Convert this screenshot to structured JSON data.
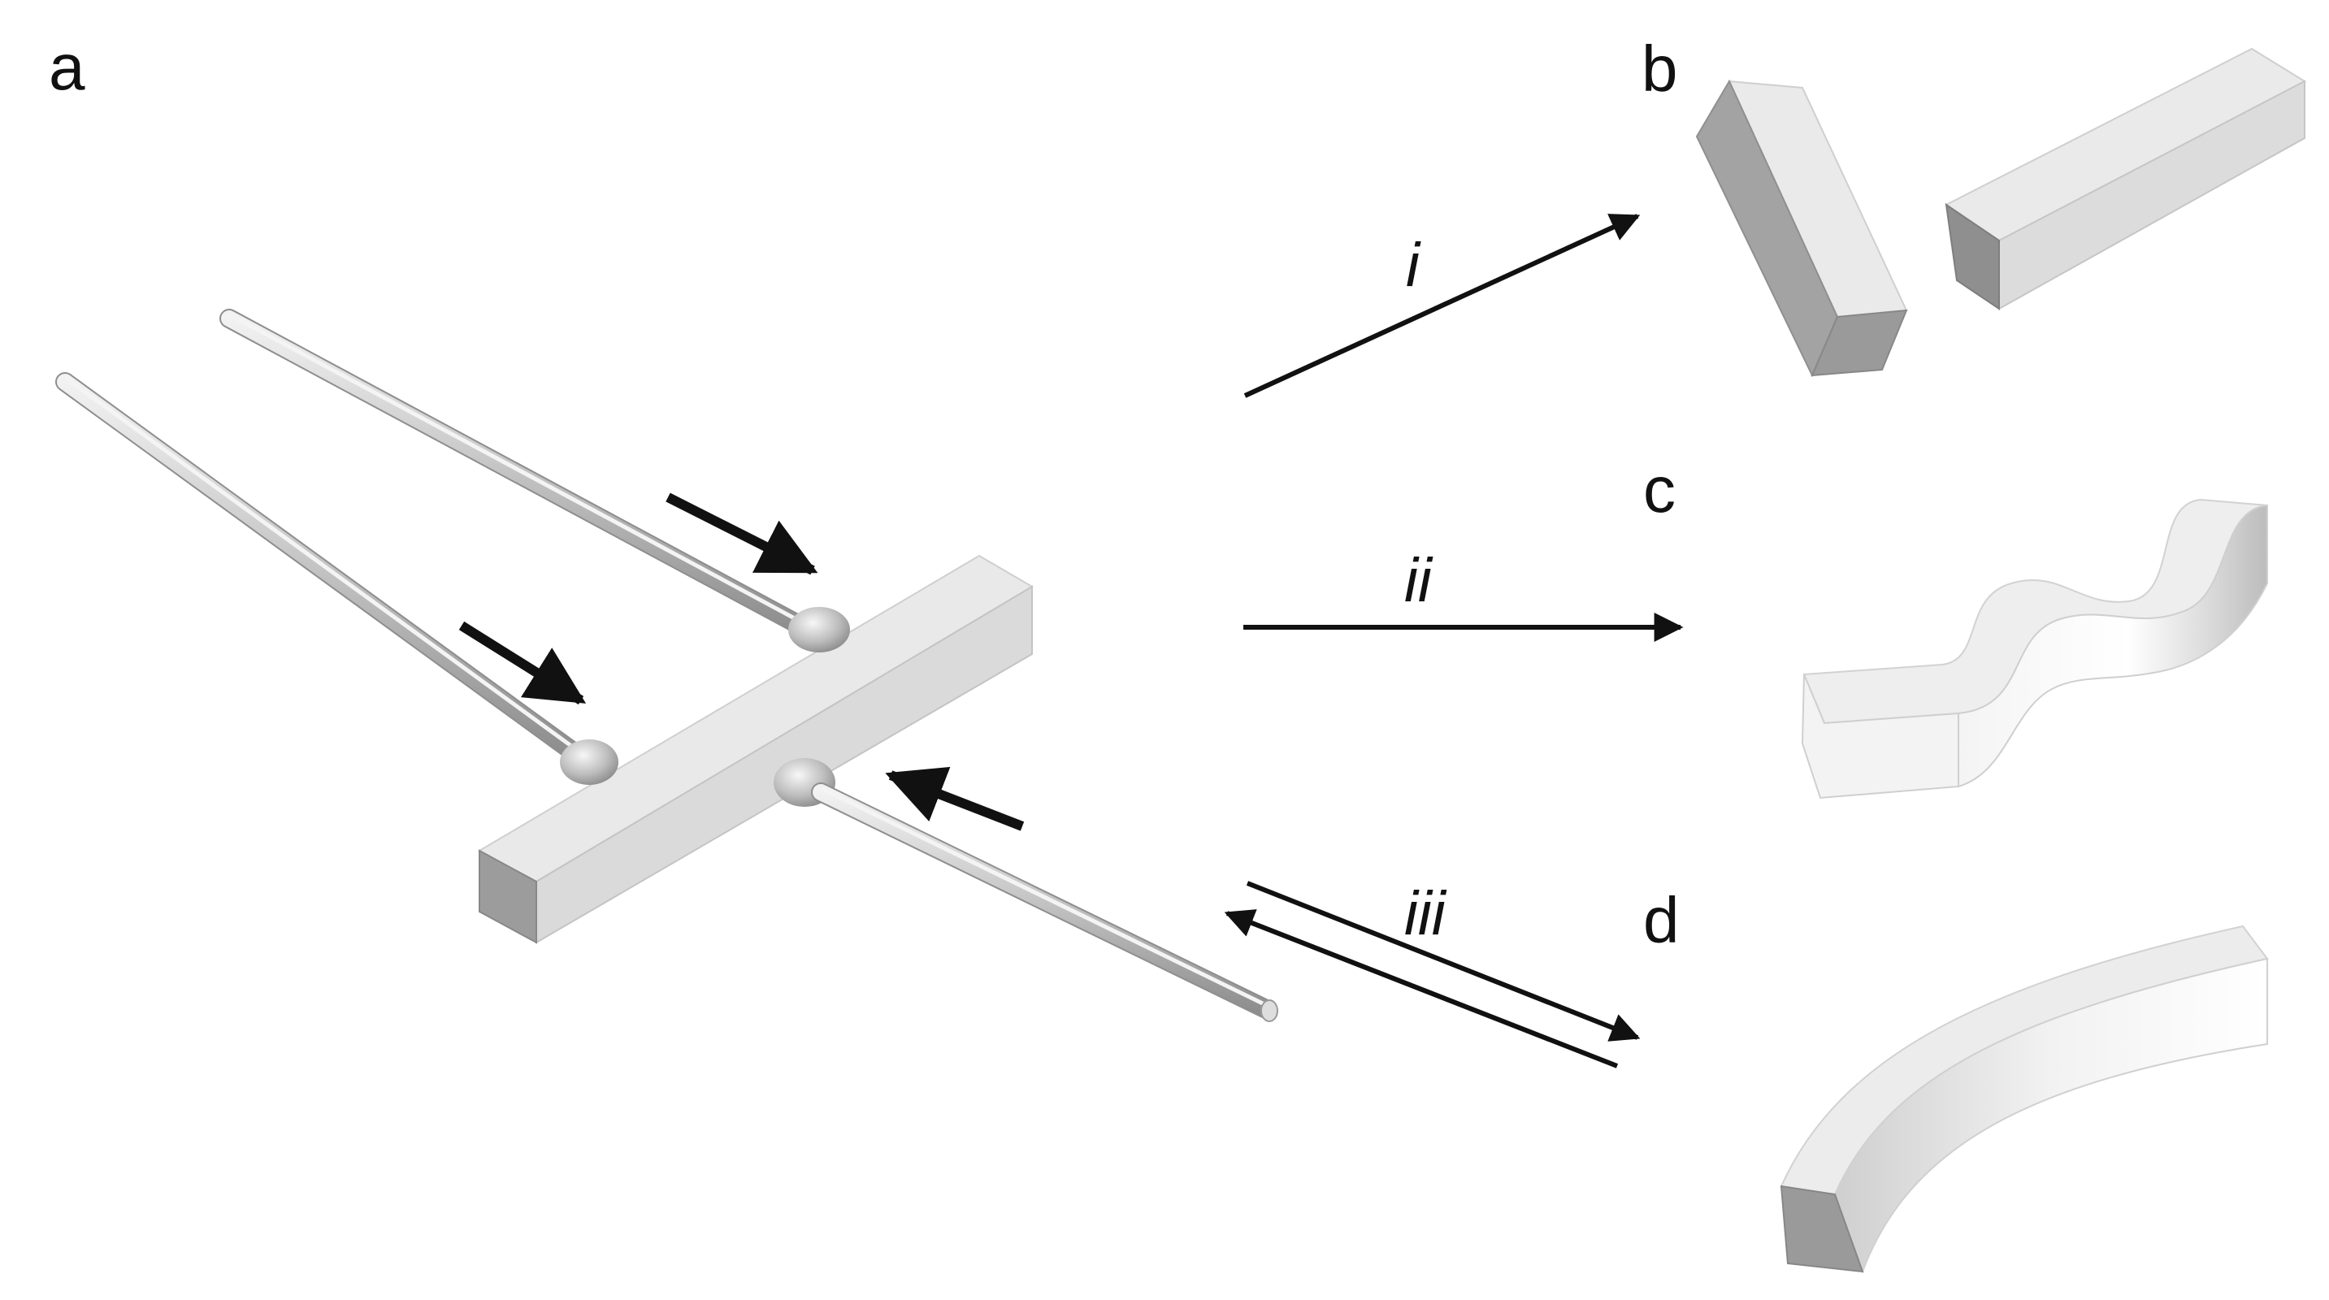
{
  "panels": {
    "a": "a",
    "b": "b",
    "c": "c",
    "d": "d"
  },
  "steps": {
    "i": "i",
    "ii": "ii",
    "iii": "iii"
  },
  "colors": {
    "bar_top": "#e9e9e9",
    "bar_front": "#d8d8d8",
    "bar_end": "#9c9c9c",
    "rod": "#b9b9b9",
    "arrow": "#111111"
  }
}
